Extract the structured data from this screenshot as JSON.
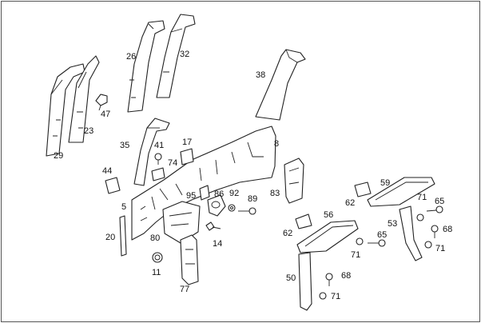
{
  "diagram": {
    "labels": [
      {
        "id": "l8",
        "text": "8"
      },
      {
        "id": "l5",
        "text": "5"
      },
      {
        "id": "l11",
        "text": "11"
      },
      {
        "id": "l14",
        "text": "14"
      },
      {
        "id": "l17",
        "text": "17"
      },
      {
        "id": "l20",
        "text": "20"
      },
      {
        "id": "l23",
        "text": "23"
      },
      {
        "id": "l26",
        "text": "26"
      },
      {
        "id": "l29",
        "text": "29"
      },
      {
        "id": "l32",
        "text": "32"
      },
      {
        "id": "l35",
        "text": "35"
      },
      {
        "id": "l38",
        "text": "38"
      },
      {
        "id": "l41",
        "text": "41"
      },
      {
        "id": "l44",
        "text": "44"
      },
      {
        "id": "l47",
        "text": "47"
      },
      {
        "id": "l50",
        "text": "50"
      },
      {
        "id": "l53",
        "text": "53"
      },
      {
        "id": "l56",
        "text": "56"
      },
      {
        "id": "l59",
        "text": "59"
      },
      {
        "id": "l62a",
        "text": "62"
      },
      {
        "id": "l62b",
        "text": "62"
      },
      {
        "id": "l65a",
        "text": "65"
      },
      {
        "id": "l65b",
        "text": "65"
      },
      {
        "id": "l68a",
        "text": "68"
      },
      {
        "id": "l68b",
        "text": "68"
      },
      {
        "id": "l71a",
        "text": "71"
      },
      {
        "id": "l71b",
        "text": "71"
      },
      {
        "id": "l71c",
        "text": "71"
      },
      {
        "id": "l71d",
        "text": "71"
      },
      {
        "id": "l74",
        "text": "74"
      },
      {
        "id": "l77",
        "text": "77"
      },
      {
        "id": "l80",
        "text": "80"
      },
      {
        "id": "l83",
        "text": "83"
      },
      {
        "id": "l86",
        "text": "86"
      },
      {
        "id": "l89",
        "text": "89"
      },
      {
        "id": "l92",
        "text": "92"
      },
      {
        "id": "l95",
        "text": "95"
      }
    ]
  }
}
